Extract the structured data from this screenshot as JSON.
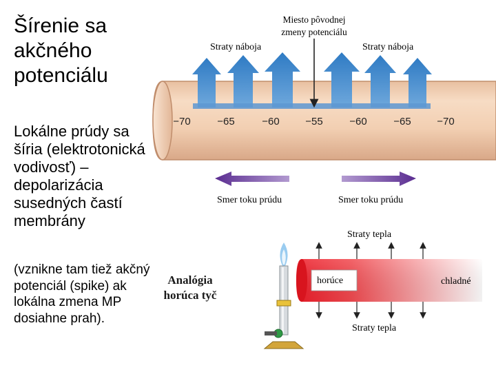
{
  "title": "Šírenie sa akčného potenciálu",
  "description": "Lokálne prúdy sa šíria (elektrotonická vodivosť) – depolarizácia susedných častí membrány",
  "description_note": "(vznikne tam tiež akčný potenciál (spike) ak lokálna zmena MP dosiahne prah).",
  "axon": {
    "origin_label": "Miesto pôvodnej zmeny potenciálu",
    "charge_loss_left": "Straty náboja",
    "charge_loss_right": "Straty náboja",
    "potentials": [
      "−70",
      "−65",
      "−60",
      "−55",
      "−60",
      "−65",
      "−70"
    ],
    "current_left": "Smer toku prúdu",
    "current_right": "Smer toku prúdu"
  },
  "analogy": {
    "title": "Analógia horúca tyč",
    "heat_loss_top": "Straty tepla",
    "heat_loss_bottom": "Straty tepla",
    "hot": "horúce",
    "cold": "chladné"
  },
  "colors": {
    "arrow_blue": "#3a86c8",
    "current_purple": "#6a3fa0",
    "axon_fill": "#f2d2b6",
    "axon_edge": "#c99a7a",
    "rod_hot": "#f0242e",
    "rod_cold": "#ffffff"
  }
}
